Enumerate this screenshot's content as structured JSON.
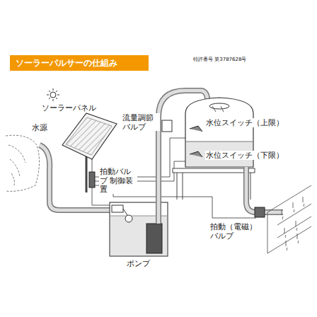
{
  "diagram": {
    "title": "ソーラーパルサーの仕組み",
    "labels": [
      "特許番号 第3787628号",
      "ソーラーパネル",
      "水源",
      "流量調節 バルブ",
      "水位スイッチ（上限）",
      "水位スイッチ（下限）",
      "拍動バルブ 制御装置",
      "ポンプ",
      "拍動（電磁） バルブ"
    ]
  }
}
